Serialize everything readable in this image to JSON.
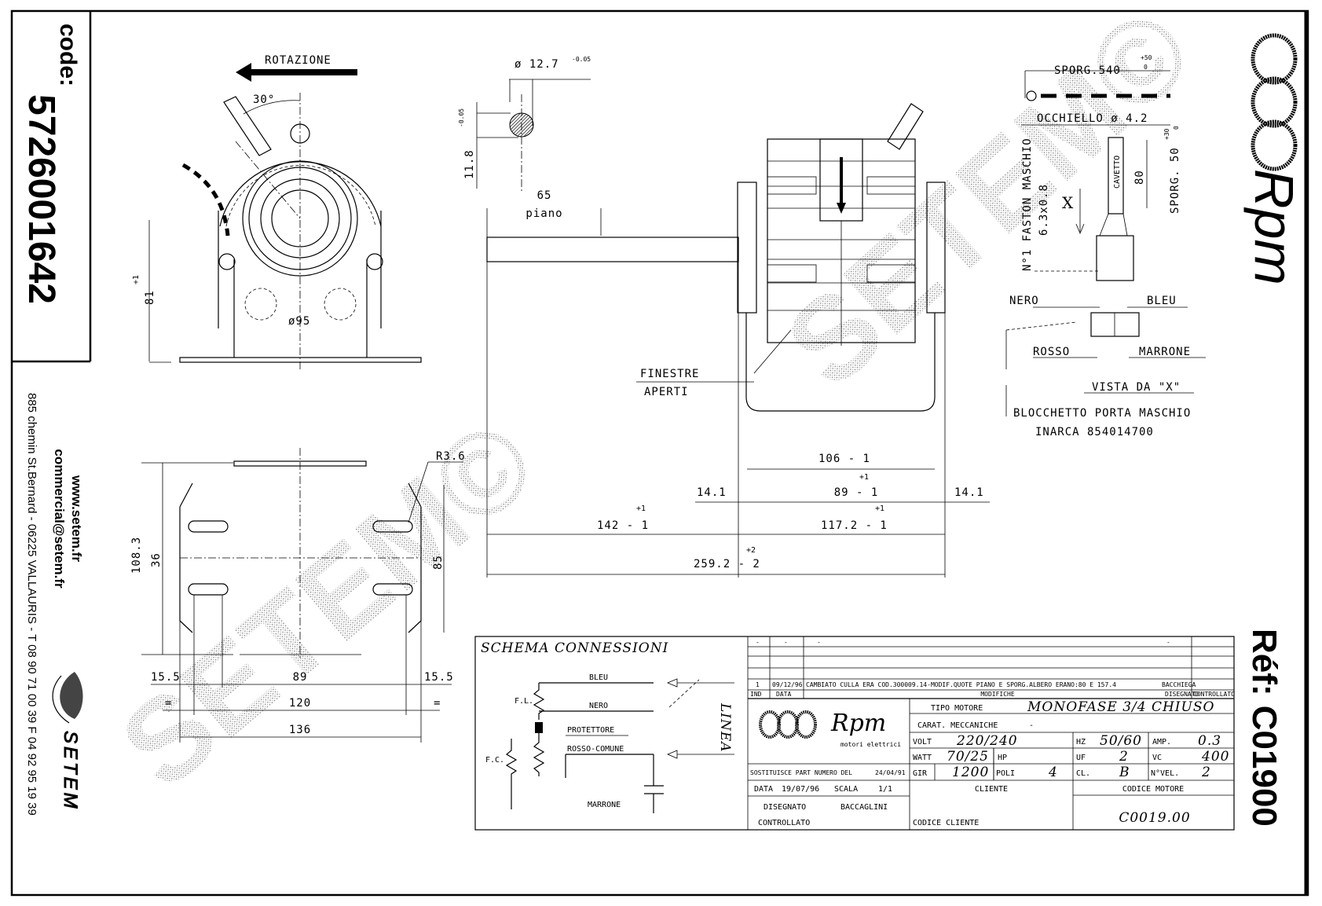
{
  "left_panel": {
    "code_label": "code:",
    "code": "5726001642",
    "website": "www.setem.fr",
    "email": "commercial@setem.fr",
    "address": "885 chemin St.Bernard - 06225 VALLAURIS - T 08 90 71 00 39  F 04 92 95 19 39",
    "brand": "SETEM"
  },
  "right_panel": {
    "ref": "Réf: C01900",
    "logo": "Rpm"
  },
  "watermark": "SETEM©",
  "front_view": {
    "rotation": "ROTAZIONE",
    "angle": "30°",
    "diameter": "ø95",
    "height": "81",
    "height_tol": "+1"
  },
  "shaft_section": {
    "diameter": "ø 12.7",
    "diameter_tol": "-0.05",
    "flat": "11.8",
    "flat_tol": "-0.05"
  },
  "side_view": {
    "plane_length": "65",
    "plane_label": "piano",
    "windows_1": "FINESTRE",
    "windows_2": "APERTI",
    "dim_106": "106 - 1",
    "dim_106_tol": "+1",
    "dim_89": "89 - 1",
    "dim_89_tol": "+1",
    "dim_14_left": "14.1",
    "dim_14_right": "14.1",
    "dim_142": "142 - 1",
    "dim_142_tol": "+1",
    "dim_117": "117.2 - 1",
    "dim_117_tol": "+1",
    "dim_259": "259.2 - 2",
    "dim_259_tol": "+2"
  },
  "bottom_view": {
    "radius": "R3.6",
    "dim_108": "108.3",
    "dim_36": "36",
    "dim_85": "85",
    "dim_15_left": "15.5",
    "dim_15_right": "15.5",
    "dim_89": "89",
    "dim_120": "120",
    "dim_136": "136",
    "equal_left": "=",
    "equal_right": "="
  },
  "connector": {
    "sporg_540": "SPORG.540",
    "sporg_540_tol_up": "+50",
    "sporg_540_tol_down": "0",
    "eyelet": "OCCHIELLO ø 4.2",
    "cable": "CAVETTO",
    "dim_80": "80",
    "sporg_50": "SPORG. 50",
    "sporg_50_tol_up": "+30",
    "sporg_50_tol_down": "0",
    "faston": "N°1 FASTON MASCHIO",
    "faston_size": "6.3x0.8",
    "view_mark": "X",
    "nero": "NERO",
    "bleu": "BLEU",
    "rosso": "ROSSO",
    "marrone": "MARRONE",
    "view_label": "VISTA DA \"X\"",
    "block_1": "BLOCCHETTO PORTA MASCHIO",
    "block_2": "INARCA 854014700"
  },
  "schema": {
    "title": "SCHEMA CONNESSIONI",
    "bleu": "BLEU",
    "nero": "NERO",
    "protettore": "PROTETTORE",
    "rosso_comune": "ROSSO-COMUNE",
    "marrone": "MARRONE",
    "linea": "LINEA",
    "fl": "F.L.",
    "fc": "F.C."
  },
  "title_block": {
    "dash": "-",
    "revision": {
      "ind": "1",
      "date": "09/12/96",
      "change": "CAMBIATO CULLA ERA COD.300009.14-MODIF.QUOTE PIANO E SPORG.ALBERO ERANO:80 E 157.4",
      "drawn": "BACCHIEGA"
    },
    "headers": {
      "ind": "IND",
      "date": "DATA",
      "changes": "MODIFICHE",
      "drawn": "DISEGNATO",
      "checked": "CONTROLLATO"
    },
    "logo": "Rpm",
    "logo_sub": "motori elettrici",
    "motor_type_label": "TIPO MOTORE",
    "motor_type": "MONOFASE 3/4 CHIUSO",
    "mech_label": "CARAT. MECCANICHE",
    "mech": "-",
    "volt_label": "VOLT",
    "volt": "220/240",
    "hz_label": "HZ",
    "hz": "50/60",
    "amp_label": "AMP.",
    "amp": "0.3",
    "watt_label": "WATT",
    "watt": "70/25",
    "hp_label": "HP",
    "uf_label": "UF",
    "uf": "2",
    "vc_label": "VC",
    "vc": "400",
    "rpm_label": "GIR",
    "rpm": "1200",
    "poles_label": "POLI",
    "poles": "4",
    "class_label": "CL.",
    "class": "B",
    "speeds_label": "N°VEL.",
    "speeds": "2",
    "replaces": "SOSTITUISCE PART NUMERO DEL",
    "replaces_date": "24/04/91",
    "date_label": "DATA",
    "date": "19/07/96",
    "scale_label": "SCALA",
    "scale": "1/1",
    "drawn_label": "DISEGNATO",
    "drawn": "BACCAGLINI",
    "checked_label": "CONTROLLATO",
    "client_label": "CLIENTE",
    "client_code_label": "CODICE CLIENTE",
    "motor_code_label": "CODICE MOTORE",
    "motor_code": "C0019.00"
  }
}
